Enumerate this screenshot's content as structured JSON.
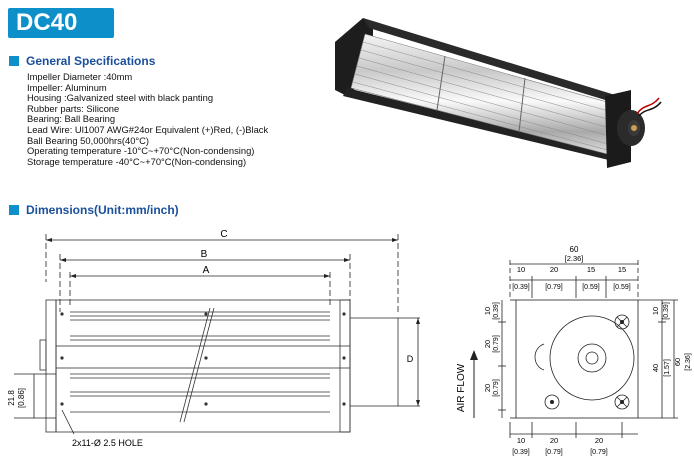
{
  "model": "DC40",
  "general_specifications": {
    "heading": "General Specifications",
    "items": [
      "Impeller Diameter :40mm",
      "Impeller: Aluminum",
      "Housing :Galvanized steel with black panting",
      "Rubber parts: Silicone",
      "Bearing: Ball Bearing",
      "Lead Wire: Ul1007 AWG#24or Equivalent (+)Red, (-)Black",
      "Ball Bearing 50,000hrs(40°C)",
      "Operating temperature  -10°C~+70°C(Non-condensing)",
      "Storage temperature  -40°C~+70°C(Non-condensing)"
    ]
  },
  "dimensions": {
    "heading": "Dimensions(Unit:mm/inch)",
    "front": {
      "label_c": "C",
      "label_b": "B",
      "label_a": "A",
      "label_d": "D",
      "height_mm": "21.8",
      "height_in": "[0.86]",
      "hole_note": "2x11-Ø 2.5  HOLE"
    },
    "side": {
      "width_mm": "60",
      "width_in": "[2.36]",
      "top_seg1_mm": "10",
      "top_seg1_in": "[0.39]",
      "top_seg2_mm": "20",
      "top_seg2_in": "[0.79]",
      "top_seg3_mm": "15",
      "top_seg3_in": "[0.59]",
      "top_seg4_mm": "15",
      "top_seg4_in": "[0.59]",
      "left_seg1_mm": "10",
      "left_seg1_in": "[0.39]",
      "left_seg2_mm": "20",
      "left_seg2_in": "[0.79]",
      "left_seg3_mm": "20",
      "left_seg3_in": "[0.79]",
      "right_seg1_mm": "10",
      "right_seg1_in": "[0.39]",
      "right_seg2_mm": "40",
      "right_seg2_in": "[1.57]",
      "right_total_mm": "60",
      "right_total_in": "[2.36]",
      "bot_seg1_mm": "10",
      "bot_seg1_in": "[0.39]",
      "bot_seg2_mm": "20",
      "bot_seg2_in": "[0.79]",
      "bot_seg3_mm": "20",
      "bot_seg3_in": "[0.79]",
      "air_flow": "AIR FLOW"
    }
  }
}
